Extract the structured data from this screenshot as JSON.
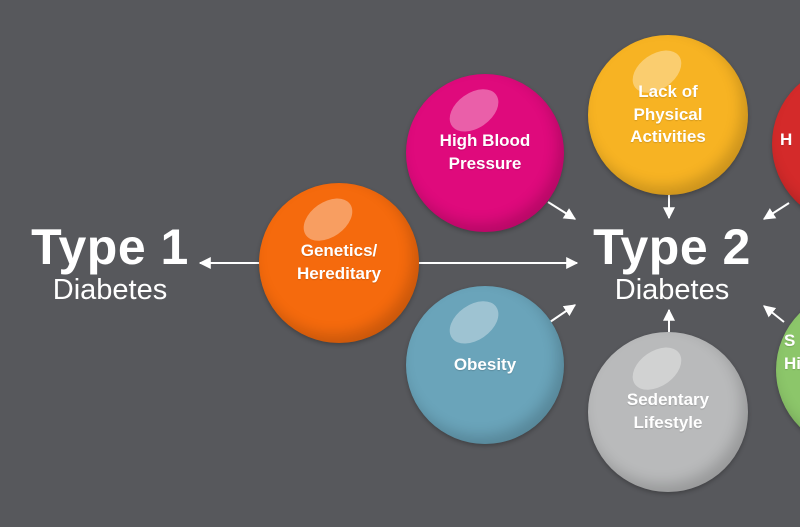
{
  "type1": {
    "title": "Type 1",
    "subtitle": "Diabetes"
  },
  "type2": {
    "title": "Type 2",
    "subtitle": "Diabetes"
  },
  "factors": {
    "genetics": {
      "label": "Genetics/\nHereditary",
      "color": "#f56a0d"
    },
    "high_blood_pressure": {
      "label": "High Blood\nPressure",
      "color": "#df0a7c"
    },
    "lack_of_physical_activities": {
      "label": "Lack of\nPhysical\nActivities",
      "color": "#f7b323"
    },
    "obesity": {
      "label": "Obesity",
      "color": "#6aa4ba"
    },
    "sedentary_lifestyle": {
      "label": "Sedentary\nLifestyle",
      "color": "#b9babb"
    },
    "partial_red": {
      "label": "H",
      "color": "#d42a2a"
    },
    "partial_green": {
      "label": "S\nHi",
      "color": "#8cc66a"
    }
  },
  "colors": {
    "background": "#57585c",
    "arrow": "#ffffff"
  }
}
